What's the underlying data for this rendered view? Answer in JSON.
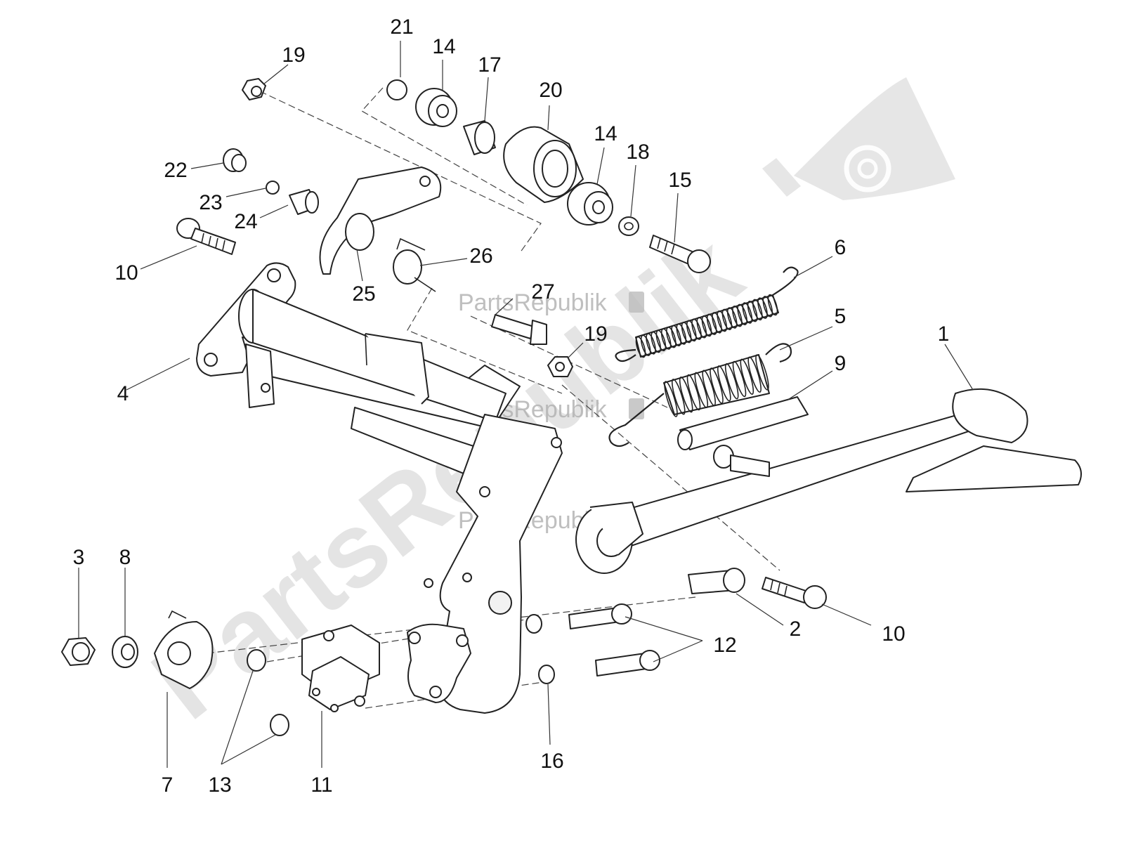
{
  "watermark": {
    "main_text": "PartsRepublik",
    "small_text": "PartsRepublik"
  },
  "callouts": [
    "1",
    "2",
    "3",
    "4",
    "5",
    "6",
    "7",
    "8",
    "9",
    "10",
    "10",
    "11",
    "12",
    "13",
    "14",
    "14",
    "15",
    "16",
    "17",
    "18",
    "19",
    "19",
    "20",
    "21",
    "22",
    "23",
    "24",
    "25",
    "26",
    "27"
  ]
}
